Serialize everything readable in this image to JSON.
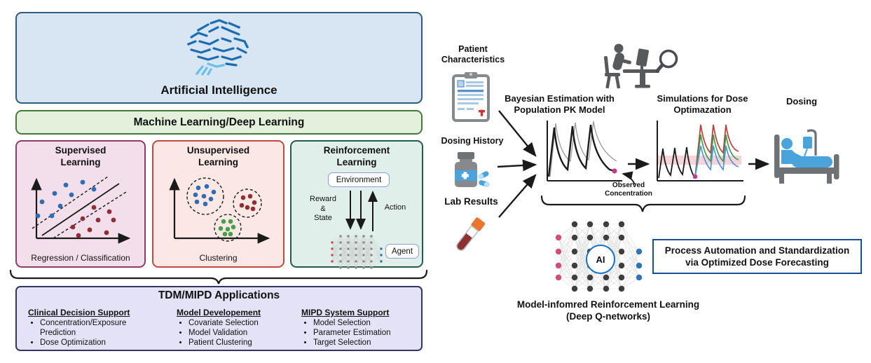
{
  "left_panel": {
    "ai": {
      "label": "Artificial Intelligence"
    },
    "ml": {
      "label": "Machine Learning/Deep Learning"
    },
    "supervised": {
      "title": "Supervised Learning",
      "caption": "Regression / Classification"
    },
    "unsupervised": {
      "title": "Unsupervised Learning",
      "caption": "Clustering"
    },
    "reinforcement": {
      "title": "Reinforcement Learning",
      "environment": "Environment",
      "reward": "Reward\n&\nState",
      "action": "Action",
      "agent": "Agent"
    },
    "tdm": {
      "title": "TDM/MIPD Applications",
      "columns": [
        {
          "header": "Clinical Decision Support",
          "items": [
            "Concentration/Exposure Prediction",
            "Dose Optimization"
          ]
        },
        {
          "header": "Model Developement",
          "items": [
            "Covariate Selection",
            "Model Validation",
            "Patient Clustering"
          ]
        },
        {
          "header": "MIPD System Support",
          "items": [
            "Model Selection",
            "Parameter Estimation",
            "Target Selection"
          ]
        }
      ]
    }
  },
  "right_panel": {
    "inputs": {
      "patient": "Patient Characteristics",
      "dosing_history": "Dosing History",
      "lab_results": "Lab Results"
    },
    "bayesian_title_line1": "Bayesian Estimation with",
    "bayesian_title_line2": "Population PK Model",
    "observed_annotation": "Observed Concentration",
    "simulation_title_line1": "Simulations for Dose",
    "simulation_title_line2": "Optimazation",
    "dosing_label": "Dosing",
    "ai_node": "AI",
    "rl_caption_line1": "Model-infomred Reinforcement Learning",
    "rl_caption_line2": "(Deep Q-networks)",
    "outcome_line1": "Process Automation and Standardization",
    "outcome_line2": "via Optimized Dose Forecasting"
  },
  "colors": {
    "ai_box_bg": "#d8e6f4",
    "ai_box_border": "#2f5a7e",
    "ml_bg": "#e3f1dc",
    "ml_border": "#48793b",
    "supervised_bg": "#f3dfec",
    "supervised_border": "#8e3d67",
    "unsupervised_bg": "#fbe7e4",
    "unsupervised_border": "#bf4a42",
    "reinforcement_bg": "#e0efe9",
    "reinforcement_border": "#235c4d",
    "tdm_bg": "#e4e2f6",
    "tdm_border": "#34355e",
    "dot_blue": "#2e6db4",
    "dot_maroon": "#8e2e38",
    "dot_green": "#45a04a",
    "observed_dot": "#c23a92",
    "curve_red": "#c13b33",
    "curve_green": "#3f9c51",
    "curve_blue": "#4f94d6",
    "target_band": "#f2b8bc",
    "net_pink": "#cf5075",
    "net_dark": "#3e3e3e",
    "net_blue": "#2d73b7",
    "ai_circle_border": "#1573c4",
    "outcome_border": "#1d4e90",
    "icon_gray": "#58595b",
    "icon_blue": "#4ba3dc",
    "tube_orange": "#e8762d",
    "tube_red": "#8c3030",
    "brain_dark": "#1b6cb0",
    "brain_light": "#67bfe8"
  }
}
